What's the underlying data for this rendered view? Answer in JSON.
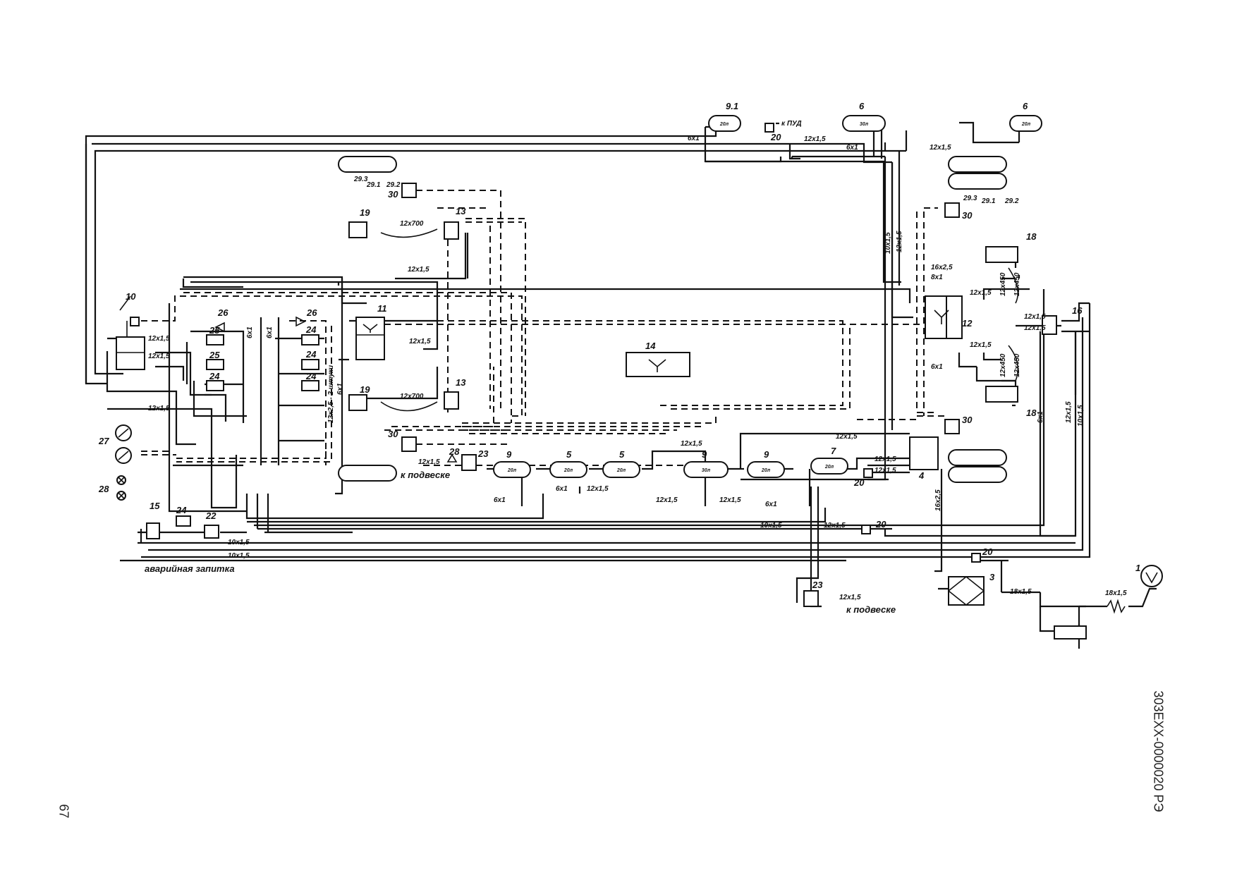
{
  "doc_code": "303EXX-0000020 РЭ",
  "page_number": "67",
  "labels": {
    "to_pud": "к ПУД",
    "to_suspension_1": "к подвеске",
    "to_suspension_2": "к подвеске",
    "emergency_supply": "аварийная запитка",
    "two_pieces": "12х2,5 - 2 штуки"
  },
  "components": {
    "c1": "1",
    "c3": "3",
    "c4": "4",
    "c5a": "5",
    "c5b": "5",
    "c6a": "6",
    "c6b": "6",
    "c7": "7",
    "c9a": "9",
    "c9b": "9",
    "c9c": "9",
    "c91": "9.1",
    "c10": "10",
    "c11": "11",
    "c12": "12",
    "c13a": "13",
    "c13b": "13",
    "c14": "14",
    "c15": "15",
    "c16": "16",
    "c18a": "18",
    "c18b": "18",
    "c19a": "19",
    "c19b": "19",
    "c20a": "20",
    "c20b": "20",
    "c20c": "20",
    "c20d": "20",
    "c22": "22",
    "c23a": "23",
    "c23b": "23",
    "c24a": "24",
    "c24b": "24",
    "c24c": "24",
    "c24d": "24",
    "c24e": "24",
    "c25a": "25",
    "c25b": "25",
    "c26a": "26",
    "c26b": "26",
    "c27": "27",
    "c28a": "28",
    "c28b": "28",
    "c30a": "30",
    "c30b": "30",
    "c30c": "30",
    "c30d": "30",
    "c291": "29.1",
    "c292": "29.2",
    "c293": "29.3"
  },
  "receivers": {
    "r91": "20л",
    "r6a": "30л",
    "r6b": "20л",
    "r9a": "20л",
    "r5a": "20л",
    "r5b": "20л",
    "r9b": "30л",
    "r9c": "20л",
    "r7": "20л"
  },
  "pipes": {
    "p12x15": "12х1,5",
    "p6x1": "6х1",
    "p10x15": "10х1,5",
    "p16x25": "16х2,5",
    "p8x1": "8х1",
    "p18x15": "18х1,5",
    "p12x700": "12х700",
    "p12x450": "12х450"
  }
}
